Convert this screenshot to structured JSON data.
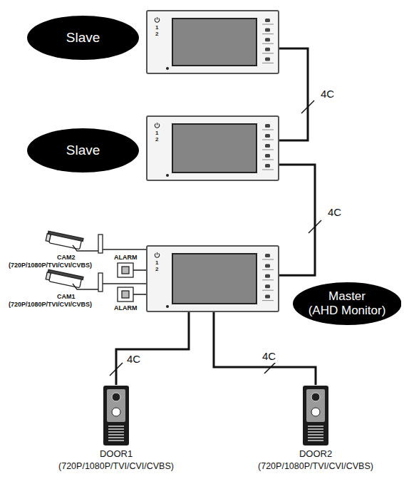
{
  "diagram": {
    "nodes": [
      {
        "text": [
          "Slave"
        ]
      },
      {
        "text": [
          "1",
          "2"
        ]
      },
      {
        "text": [
          "Slave"
        ]
      },
      {
        "text": [
          "1",
          "2"
        ]
      },
      {
        "text": [
          "1",
          "2"
        ]
      },
      {
        "text": [
          "Master (AHD Monitor)"
        ]
      },
      {
        "text": [
          "DOOR1",
          "(720P/1080P/TVI/CVI/CVBS)"
        ]
      },
      {
        "text": [
          "DOOR2",
          "(720P/1080P/TVI/CVI/CVBS)"
        ]
      }
    ],
    "edges": [
      {
        "from": 1,
        "to": 3,
        "label": "4C",
        "arrow": "none"
      },
      {
        "from": 3,
        "to": 4,
        "label": "4C",
        "arrow": "none"
      },
      {
        "from": 4,
        "to": 6,
        "label": "4C",
        "arrow": "none"
      },
      {
        "from": 4,
        "to": 7,
        "label": "4C",
        "arrow": "none"
      }
    ],
    "labels": [
      "CAM2",
      "(720P/1080P/TVI/CVI/CVBS)",
      "ALARM",
      "CAM1",
      "(720P/1080P/TVI/CVI/CVBS)",
      "ALARM"
    ]
  }
}
